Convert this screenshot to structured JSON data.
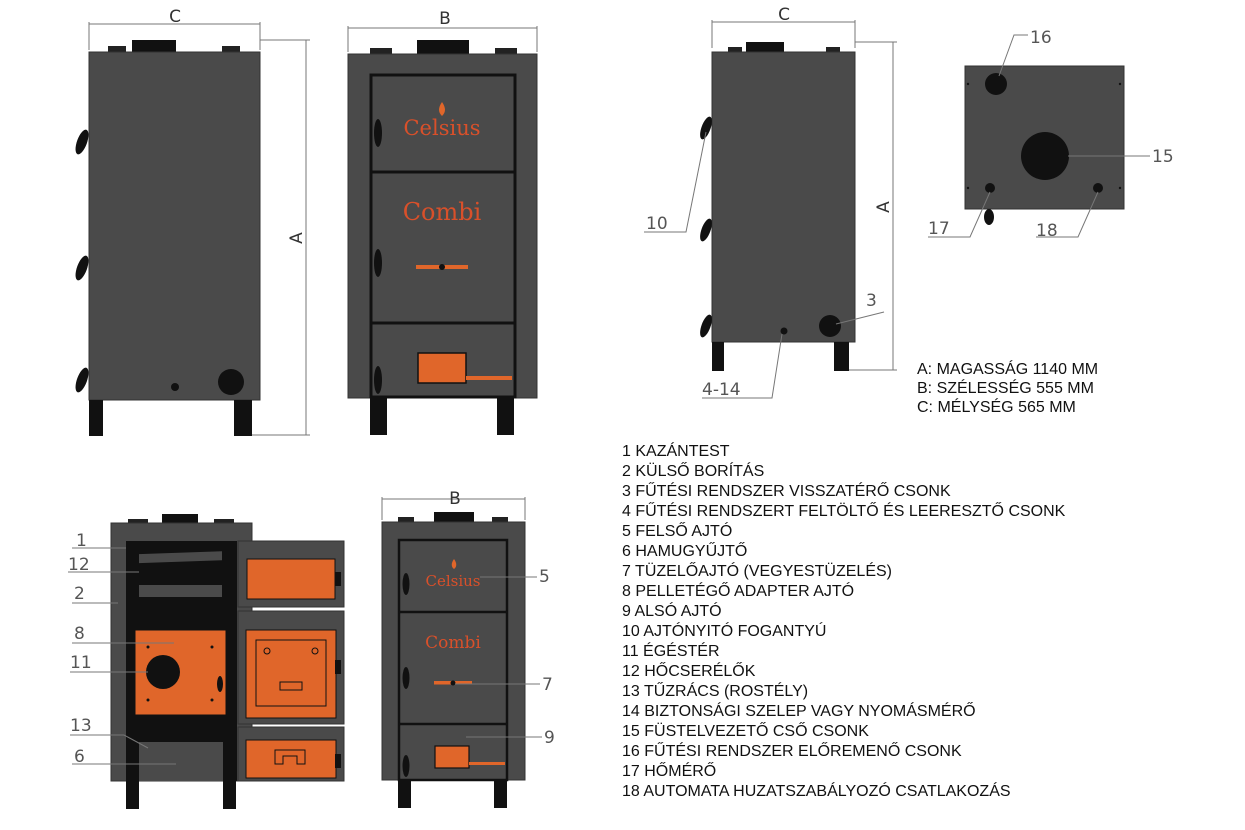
{
  "dimension_letters": {
    "height": "A",
    "width": "B",
    "depth": "C"
  },
  "brand": {
    "name": "Celsius",
    "model": "Combi"
  },
  "callouts": {
    "side_handle": "10",
    "side_port": "3",
    "side_valve": "4-14",
    "top_feed": "16",
    "top_flue": "15",
    "top_thermo": "17",
    "top_draft": "18",
    "open_body": "1",
    "open_exchangers": "12",
    "open_cover": "2",
    "open_adapter": "8",
    "open_chamber": "11",
    "open_grate": "13",
    "open_ash": "6",
    "small_upper_door": "5",
    "small_fire_door": "7",
    "small_lower_door": "9"
  },
  "dimensions": [
    "A: MAGASSÁG 1140 MM",
    "B: SZÉLESSÉG 555 MM",
    "C: MÉLYSÉG 565 MM"
  ],
  "legend": [
    "1 KAZÁNTEST",
    "2 KÜLSŐ BORÍTÁS",
    "3 FŰTÉSI RENDSZER VISSZATÉRŐ CSONK",
    "4 FŰTÉSI RENDSZERT FELTÖLTŐ ÉS LEERESZTŐ CSONK",
    "5 FELSŐ AJTÓ",
    "6 HAMUGYŰJTŐ",
    "7 TÜZELŐAJTÓ (VEGYESTÜZELÉS)",
    "8 PELLETÉGŐ ADAPTER AJTÓ",
    "9 ALSÓ AJTÓ",
    "10 AJTÓNYITÓ FOGANTYÚ",
    "11 ÉGÉSTÉR",
    "12 HŐCSERÉLŐK",
    "13 TŰZRÁCS (ROSTÉLY)",
    "14 BIZTONSÁGI SZELEP VAGY NYOMÁSMÉRŐ",
    "15 FÜSTELVEZETŐ CSŐ CSONK",
    "16 FŰTÉSI RENDSZER ELŐREMENŐ CSONK",
    "17 HŐMÉRŐ",
    "18 AUTOMATA HUZATSZABÁLYOZÓ CSATLAKOZÁS"
  ],
  "colors": {
    "body": "#4a4a4a",
    "leg": "#111111",
    "accent": "#e0662a",
    "door_line": "#111111"
  }
}
